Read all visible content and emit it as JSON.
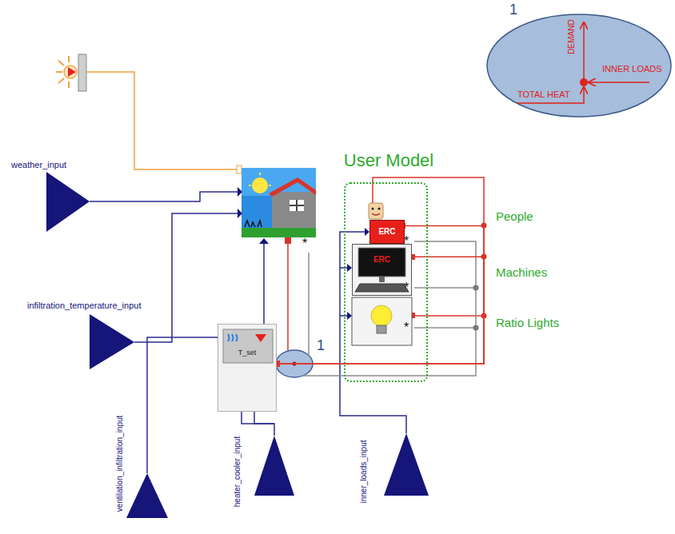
{
  "diagram": {
    "nodes": [
      {
        "text": [
          "User Model"
        ]
      },
      {
        "text": [
          "ERC"
        ],
        "in": 0
      },
      {
        "text": [
          "ERC"
        ],
        "in": 0
      },
      {
        "text": [
          "T_set"
        ]
      },
      {
        "text": [
          "DEMAND",
          "INNER LOADS",
          "TOTAL HEAT"
        ]
      }
    ],
    "edges": [
      {
        "from": 3,
        "to": 1,
        "arrow": "none"
      },
      {
        "from": 3,
        "to": 2,
        "arrow": "none"
      }
    ],
    "labels": [
      "weather_input",
      "infiltration_temperature_input",
      "ventilation_infiltration_input",
      "heater_cooler_input",
      "inner_loads_input",
      "People",
      "Machines",
      "Ratio Lights",
      "1",
      "1",
      "*",
      "*",
      "*",
      "*"
    ]
  }
}
